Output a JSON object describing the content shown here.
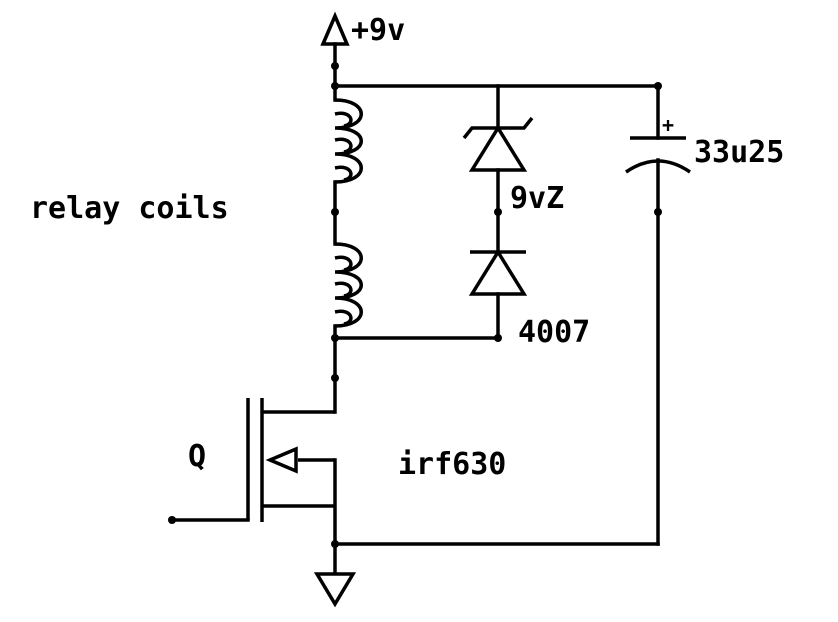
{
  "labels": {
    "supply": "+9v",
    "relay": "relay coils",
    "zener": "9vZ",
    "diode": "4007",
    "capacitor": "33u25",
    "cap_polarity": "+",
    "transistor_ref": "Q",
    "transistor_part": "irf630"
  },
  "colors": {
    "ink": "#000000",
    "background": "#ffffff"
  }
}
